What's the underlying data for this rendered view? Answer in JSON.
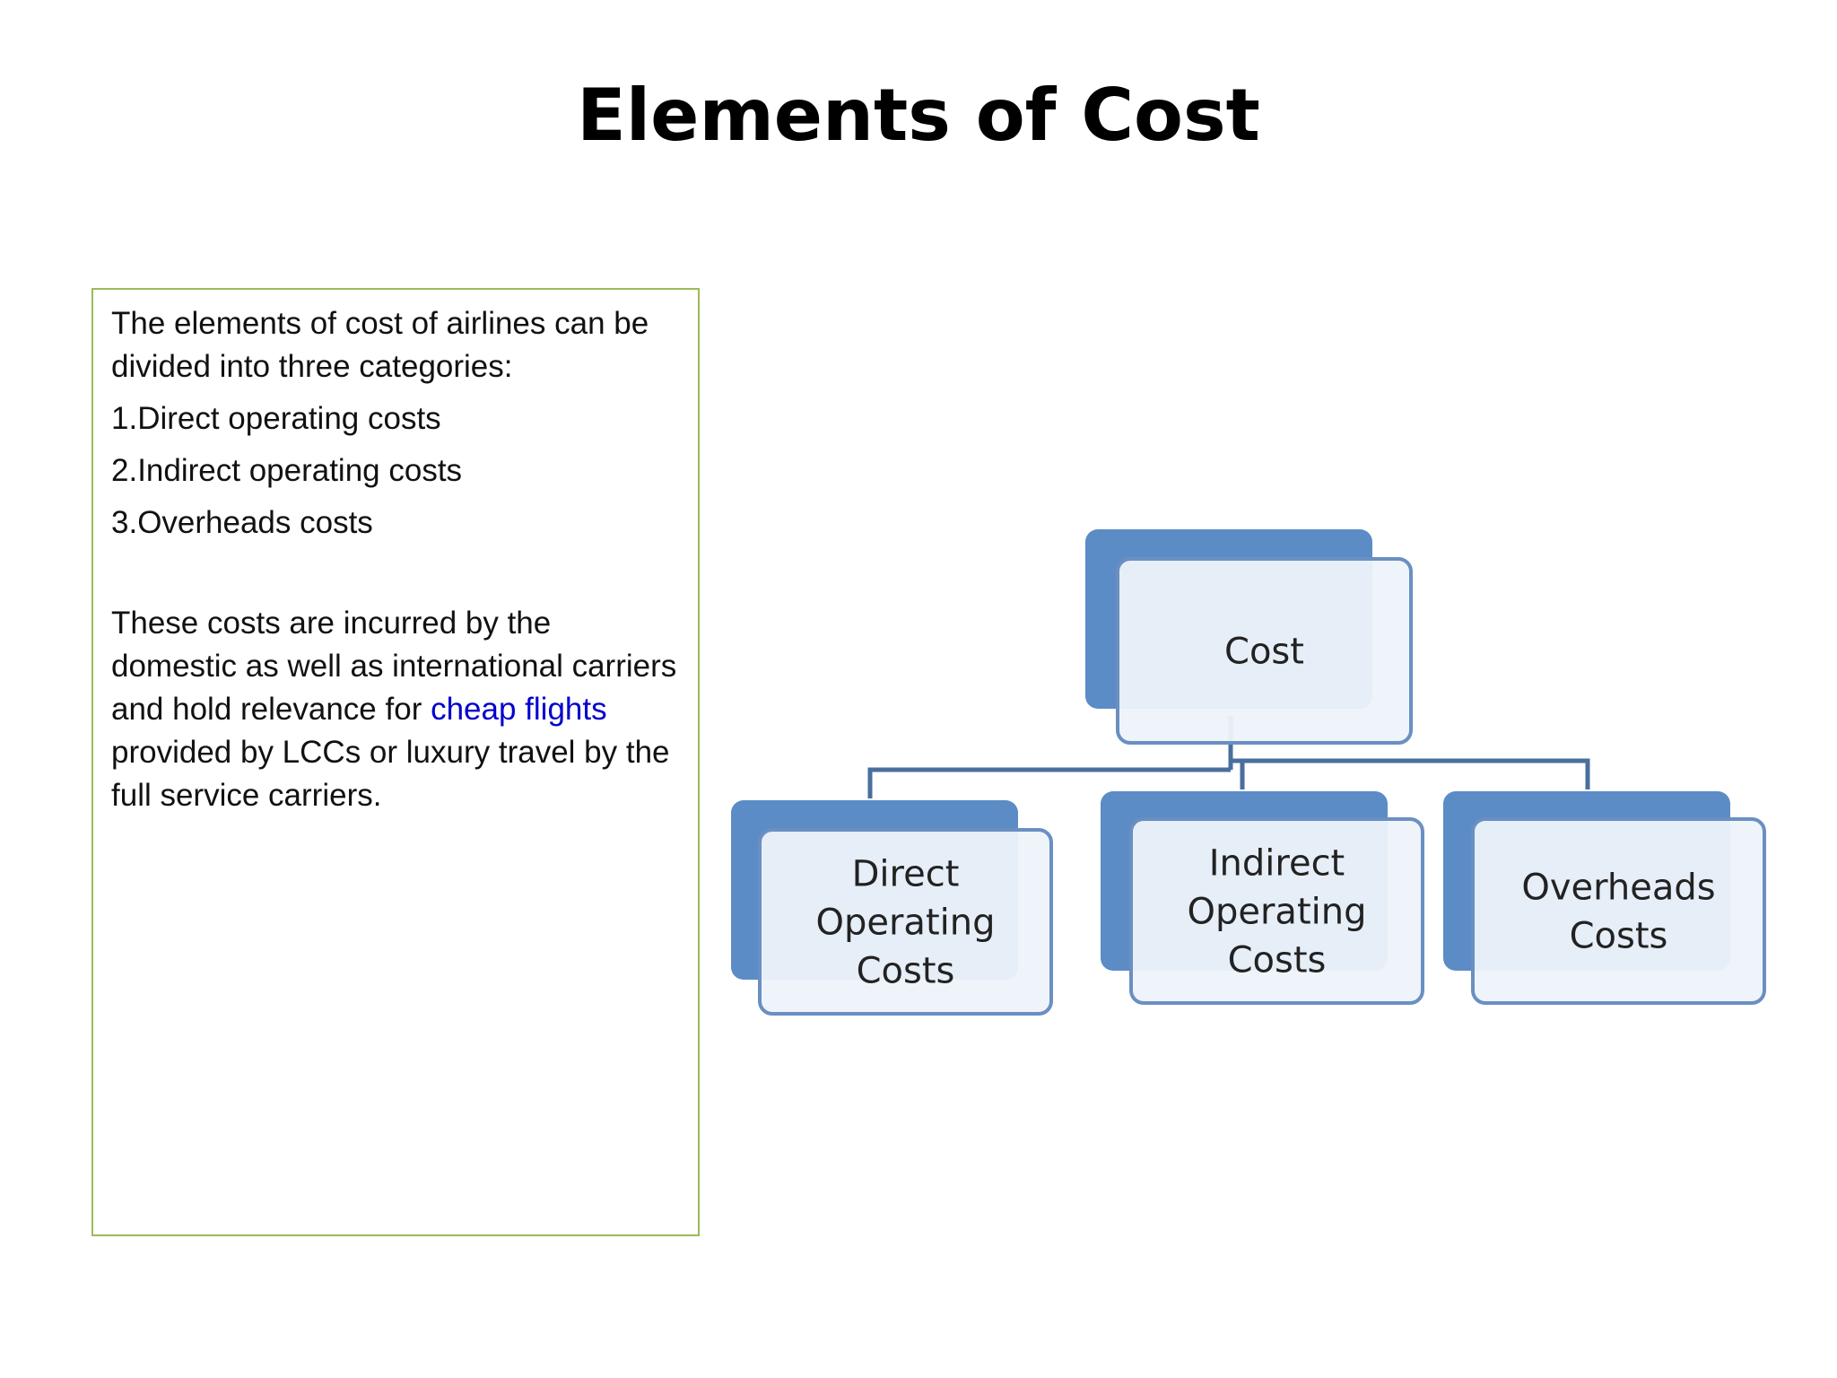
{
  "title": "Elements of Cost",
  "text_box": {
    "intro": "The elements of cost of airlines can be divided into three categories:",
    "list": [
      "1.Direct operating costs",
      "2.Indirect operating costs",
      "3.Overheads costs"
    ],
    "para_before_link": "These costs are incurred by the domestic as well as international carriers and hold relevance for ",
    "link_text": "cheap flights",
    "para_after_link": " provided by LCCs or luxury travel by the full service carriers."
  },
  "diagram": {
    "root": {
      "label_lines": [
        "Cost"
      ]
    },
    "children": [
      {
        "label_lines": [
          "Direct",
          "Operating",
          "Costs"
        ]
      },
      {
        "label_lines": [
          "Indirect",
          "Operating",
          "Costs"
        ]
      },
      {
        "label_lines": [
          "Overheads",
          "Costs"
        ]
      }
    ],
    "colors": {
      "back_box": "#5b8cc6",
      "front_box_fill": "#eef3fa",
      "border": "#6a8fc2",
      "connector": "#4a6f9d",
      "link": "#0000cc",
      "text_box_border": "#9bbb59"
    }
  }
}
